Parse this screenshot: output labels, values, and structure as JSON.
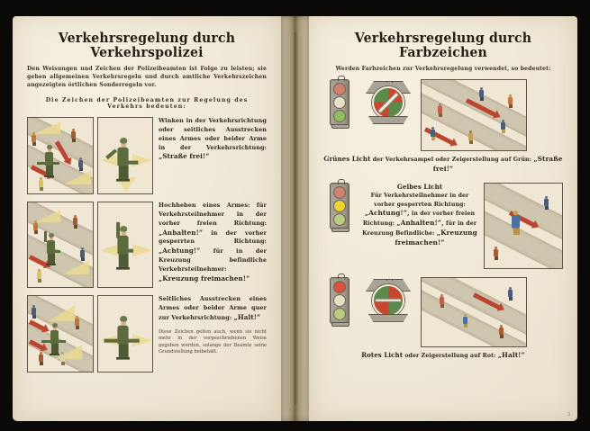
{
  "left_page": {
    "title": "Verkehrsregelung durch Verkehrspolizei",
    "intro": "Den Weisungen und Zeichen der Polizeibeamten ist Folge zu leisten; sie gehen allgemeinen Verkehrsregeln und durch amtliche Verkehrszeichen angezeigten örtlichen Sonderregeln vor.",
    "lead": "Die Zeichen der Polizeibeamten zur Regelung des Verkehrs bedeuten:",
    "entries": [
      {
        "text": "Winken in der Verkehrsrichtung oder seitliches Ausstrecken eines Armes oder beider Arme in der Verkehrsrichtung:",
        "command": "„Straße frei!“"
      },
      {
        "text": "Hochheben eines Armes: für Verkehrsteilnehmer in der vorher freien Richtung:",
        "command": "„Anhalten!“",
        "text2": "in der vorher gesperrten Richtung:",
        "command2": "„Achtung!“",
        "text3": "für in der Kreuzung befindliche Verkehrsteilnehmer:",
        "command3": "„Kreuzung freimachen!“"
      },
      {
        "text": "Seitliches Ausstrecken eines Armes oder beider Arme quer zur Verkehrsrichtung:",
        "command": "„Halt!“"
      }
    ],
    "footnote": "Diese Zeichen gelten auch, wenn sie nicht mehr in der vorgeschriebenen Weise gegeben werden, solange der Beamte seine Grundstellung beibehält."
  },
  "right_page": {
    "title": "Verkehrsregelung durch Farbzeichen",
    "intro": "Werden Farbzeichen zur Verkehrsregelung verwendet, so bedeutet:",
    "page_number": "3",
    "entries": [
      {
        "heading": "Grünes Licht",
        "text": "der Verkehrsampel oder Zeigerstellung auf Grün:",
        "command": "„Straße frei!“",
        "lamp_state": "green",
        "pointer_angle": "45"
      },
      {
        "heading": "Gelbes Licht",
        "text": "Für Verkehrsteilnehmer in der vorher gesperrten Richtung:",
        "command": "„Achtung!“,",
        "text2": "in der vorher freien Richtung:",
        "command2": "„Anhalten!“,",
        "text3": "für in der Kreuzung Befindliche:",
        "command3": "„Kreuzung freimachen!“",
        "lamp_state": "yellow"
      },
      {
        "heading": "Rotes Licht",
        "text": "oder Zeigerstellung auf Rot:",
        "command": "„Halt!“",
        "lamp_state": "red",
        "pointer_angle": "0"
      }
    ]
  },
  "colors": {
    "paper": "#f1ead8",
    "ink": "#2d261b",
    "backdrop": "#0a0908",
    "arrow_red": "#c0442f",
    "uniform_green": "#5c6b3c",
    "signal_red": "#e2503a",
    "signal_yellow": "#f0d52e",
    "signal_green": "#8fbf5a"
  }
}
